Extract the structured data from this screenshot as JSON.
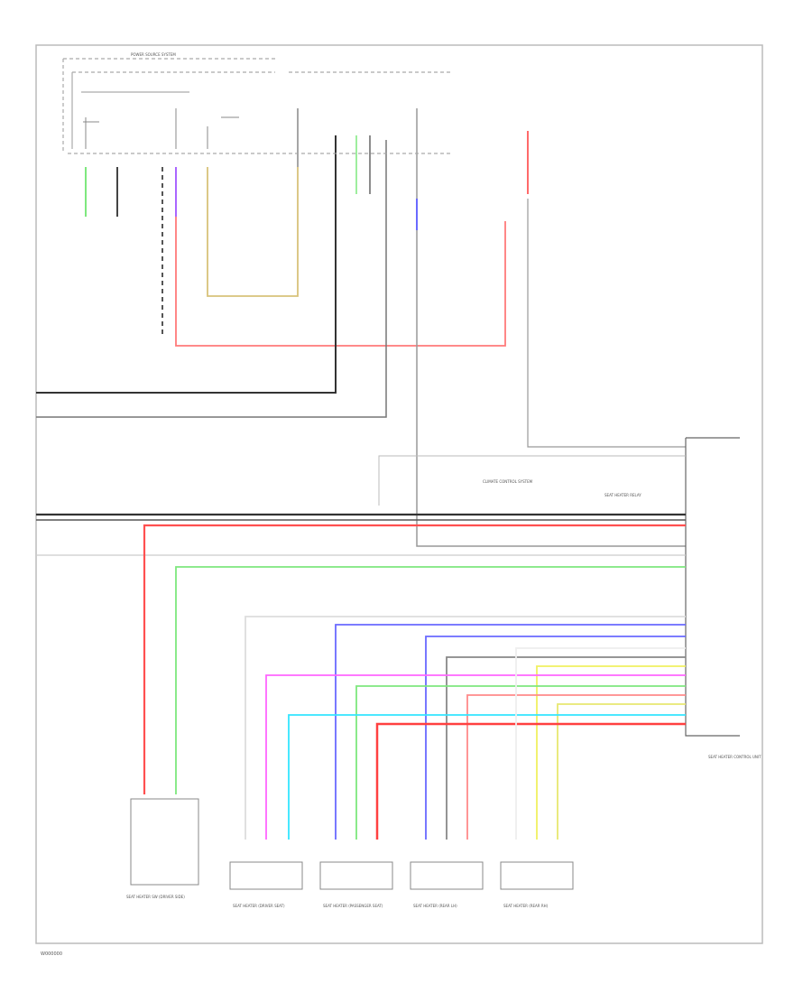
{
  "diagram": {
    "footer_code": "W000000",
    "top_bus_label": "POWER SOURCE SYSTEM",
    "main_unit_caption": "SEAT HEATER CONTROL UNIT",
    "bottom_labels": [
      "SEAT HEATER SW (DRIVER SIDE)",
      "SEAT HEATER (DRIVER SEAT)",
      "SEAT HEATER (PASSENGER SEAT)",
      "SEAT HEATER (REAR LH)",
      "SEAT HEATER (REAR RH)"
    ],
    "mid_label": "CLIMATE CONTROL SYSTEM",
    "mid_label2": "SEAT HEATER RELAY"
  },
  "colors": {
    "black": "#222222",
    "gray": "#9a9a9a",
    "red": "#ff5a5a",
    "pink_red": "#ff9a9a",
    "green": "#7ee87e",
    "tan": "#d8c27a",
    "blue": "#6a6aff",
    "magenta": "#ff66ff",
    "cyan": "#33e5ff",
    "yellow": "#f0f060",
    "light_green": "#a8f0a8",
    "wine": "#ff7070"
  }
}
